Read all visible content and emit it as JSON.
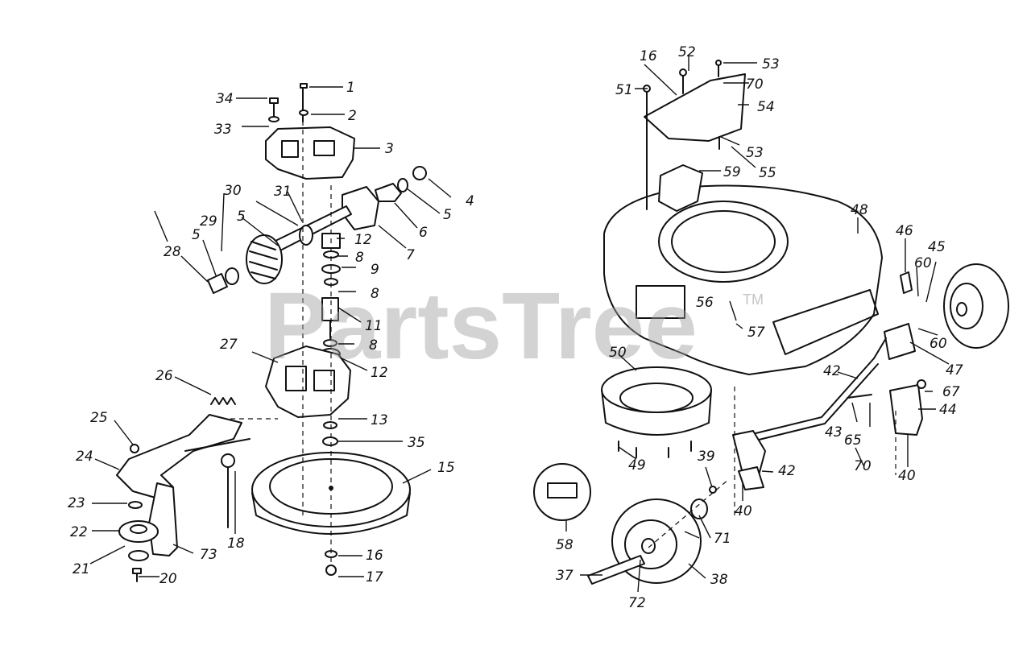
{
  "watermark": {
    "text": "PartsTree",
    "tm": "TM"
  },
  "callouts": [
    {
      "id": "c1",
      "text": "1"
    },
    {
      "id": "c2",
      "text": "2"
    },
    {
      "id": "c3",
      "text": "3"
    },
    {
      "id": "c4",
      "text": "4"
    },
    {
      "id": "c5a",
      "text": "5"
    },
    {
      "id": "c5b",
      "text": "5"
    },
    {
      "id": "c5c",
      "text": "5"
    },
    {
      "id": "c6",
      "text": "6"
    },
    {
      "id": "c7",
      "text": "7"
    },
    {
      "id": "c8a",
      "text": "8"
    },
    {
      "id": "c8b",
      "text": "8"
    },
    {
      "id": "c8c",
      "text": "8"
    },
    {
      "id": "c9",
      "text": "9"
    },
    {
      "id": "c11",
      "text": "11"
    },
    {
      "id": "c12a",
      "text": "12"
    },
    {
      "id": "c12b",
      "text": "12"
    },
    {
      "id": "c13",
      "text": "13"
    },
    {
      "id": "c15",
      "text": "15"
    },
    {
      "id": "c16a",
      "text": "16"
    },
    {
      "id": "c16b",
      "text": "16"
    },
    {
      "id": "c17",
      "text": "17"
    },
    {
      "id": "c18",
      "text": "18"
    },
    {
      "id": "c20",
      "text": "20"
    },
    {
      "id": "c21",
      "text": "21"
    },
    {
      "id": "c22",
      "text": "22"
    },
    {
      "id": "c23",
      "text": "23"
    },
    {
      "id": "c24",
      "text": "24"
    },
    {
      "id": "c25",
      "text": "25"
    },
    {
      "id": "c26",
      "text": "26"
    },
    {
      "id": "c27",
      "text": "27"
    },
    {
      "id": "c28",
      "text": "28"
    },
    {
      "id": "c29",
      "text": "29"
    },
    {
      "id": "c30",
      "text": "30"
    },
    {
      "id": "c31",
      "text": "31"
    },
    {
      "id": "c33",
      "text": "33"
    },
    {
      "id": "c34",
      "text": "34"
    },
    {
      "id": "c35",
      "text": "35"
    },
    {
      "id": "c37",
      "text": "37"
    },
    {
      "id": "c38",
      "text": "38"
    },
    {
      "id": "c39",
      "text": "39"
    },
    {
      "id": "c40a",
      "text": "40"
    },
    {
      "id": "c40b",
      "text": "40"
    },
    {
      "id": "c42a",
      "text": "42"
    },
    {
      "id": "c42b",
      "text": "42"
    },
    {
      "id": "c43",
      "text": "43"
    },
    {
      "id": "c44",
      "text": "44"
    },
    {
      "id": "c45",
      "text": "45"
    },
    {
      "id": "c46",
      "text": "46"
    },
    {
      "id": "c47",
      "text": "47"
    },
    {
      "id": "c48",
      "text": "48"
    },
    {
      "id": "c49",
      "text": "49"
    },
    {
      "id": "c50",
      "text": "50"
    },
    {
      "id": "c51",
      "text": "51"
    },
    {
      "id": "c52",
      "text": "52"
    },
    {
      "id": "c53a",
      "text": "53"
    },
    {
      "id": "c53b",
      "text": "53"
    },
    {
      "id": "c54",
      "text": "54"
    },
    {
      "id": "c55",
      "text": "55"
    },
    {
      "id": "c56",
      "text": "56"
    },
    {
      "id": "c57",
      "text": "57"
    },
    {
      "id": "c58",
      "text": "58"
    },
    {
      "id": "c59",
      "text": "59"
    },
    {
      "id": "c60a",
      "text": "60"
    },
    {
      "id": "c60b",
      "text": "60"
    },
    {
      "id": "c65",
      "text": "65"
    },
    {
      "id": "c67",
      "text": "67"
    },
    {
      "id": "c70a",
      "text": "70"
    },
    {
      "id": "c70b",
      "text": "70"
    },
    {
      "id": "c71",
      "text": "71"
    },
    {
      "id": "c72",
      "text": "72"
    },
    {
      "id": "c73",
      "text": "73"
    }
  ]
}
